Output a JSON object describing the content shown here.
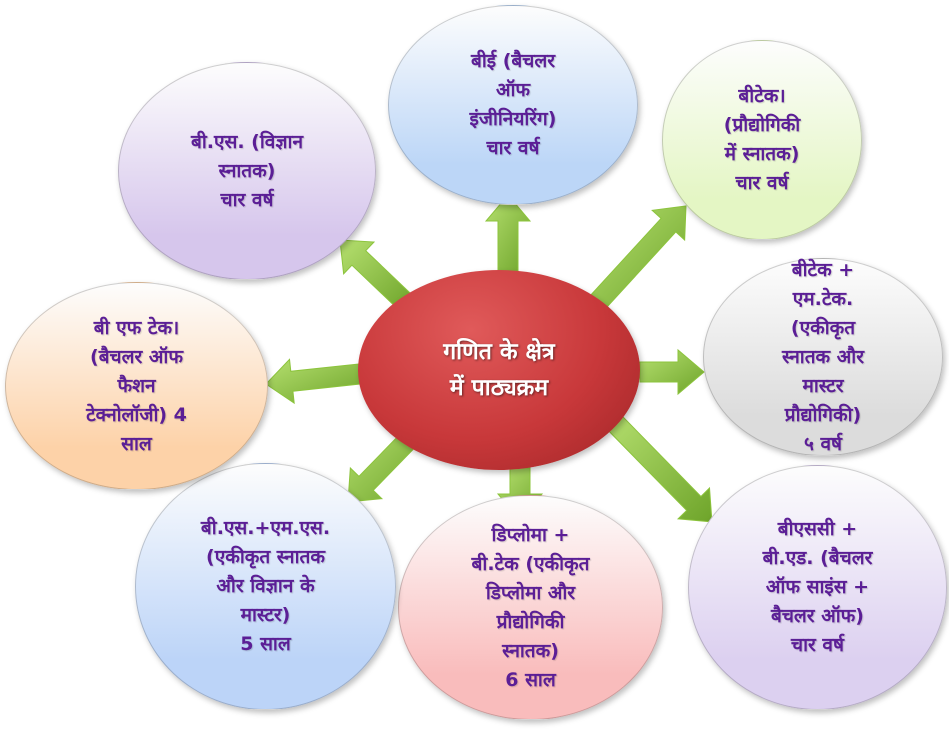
{
  "center": {
    "lines": [
      "गणित के क्षेत्र",
      "में पाठ्यक्रम"
    ],
    "color": "#c8383a"
  },
  "nodes": [
    {
      "id": "bs",
      "lines": [
        "बी.एस. (विज्ञान",
        "स्नातक)",
        "चार वर्ष"
      ],
      "color": "#d6c6ec"
    },
    {
      "id": "be",
      "lines": [
        "बीई (बैचलर",
        "ऑफ",
        "इंजीनियरिंग)",
        "चार वर्ष"
      ],
      "color": "#bcd6f7"
    },
    {
      "id": "btech",
      "lines": [
        "बीटेक।",
        "(प्रौद्योगिकी",
        "में स्नातक)",
        "चार वर्ष"
      ],
      "color": "#e4f6c4"
    },
    {
      "id": "btech-mtech",
      "lines": [
        "बीटेक +",
        "एम.टेक.",
        "(एकीकृत",
        "स्नातक और",
        "मास्टर",
        "प्रौद्योगिकी)",
        "५ वर्ष"
      ],
      "color": "#dcdcdc"
    },
    {
      "id": "bsc-bed",
      "lines": [
        "बीएससी +",
        "बी.एड. (बैचलर",
        "ऑफ साइंस +",
        "बैचलर ऑफ)",
        "चार वर्ष"
      ],
      "color": "#dcd0f0"
    },
    {
      "id": "diploma-btech",
      "lines": [
        "डिप्लोमा +",
        "बी.टेक (एकीकृत",
        "डिप्लोमा और",
        "प्रौद्योगिकी",
        "स्नातक)",
        "6 साल"
      ],
      "color": "#f9bcbc"
    },
    {
      "id": "bs-ms",
      "lines": [
        "बी.एस.+एम.एस.",
        "(एकीकृत स्नातक",
        "और विज्ञान के",
        "मास्टर)",
        "5 साल"
      ],
      "color": "#bcd4f8"
    },
    {
      "id": "bftech",
      "lines": [
        "बी एफ टेक।",
        "(बैचलर ऑफ",
        "फैशन",
        "टेक्नोलॉजी) 4",
        "साल"
      ],
      "color": "#fdd2a8"
    }
  ],
  "arrow_color": "#8cc43c"
}
